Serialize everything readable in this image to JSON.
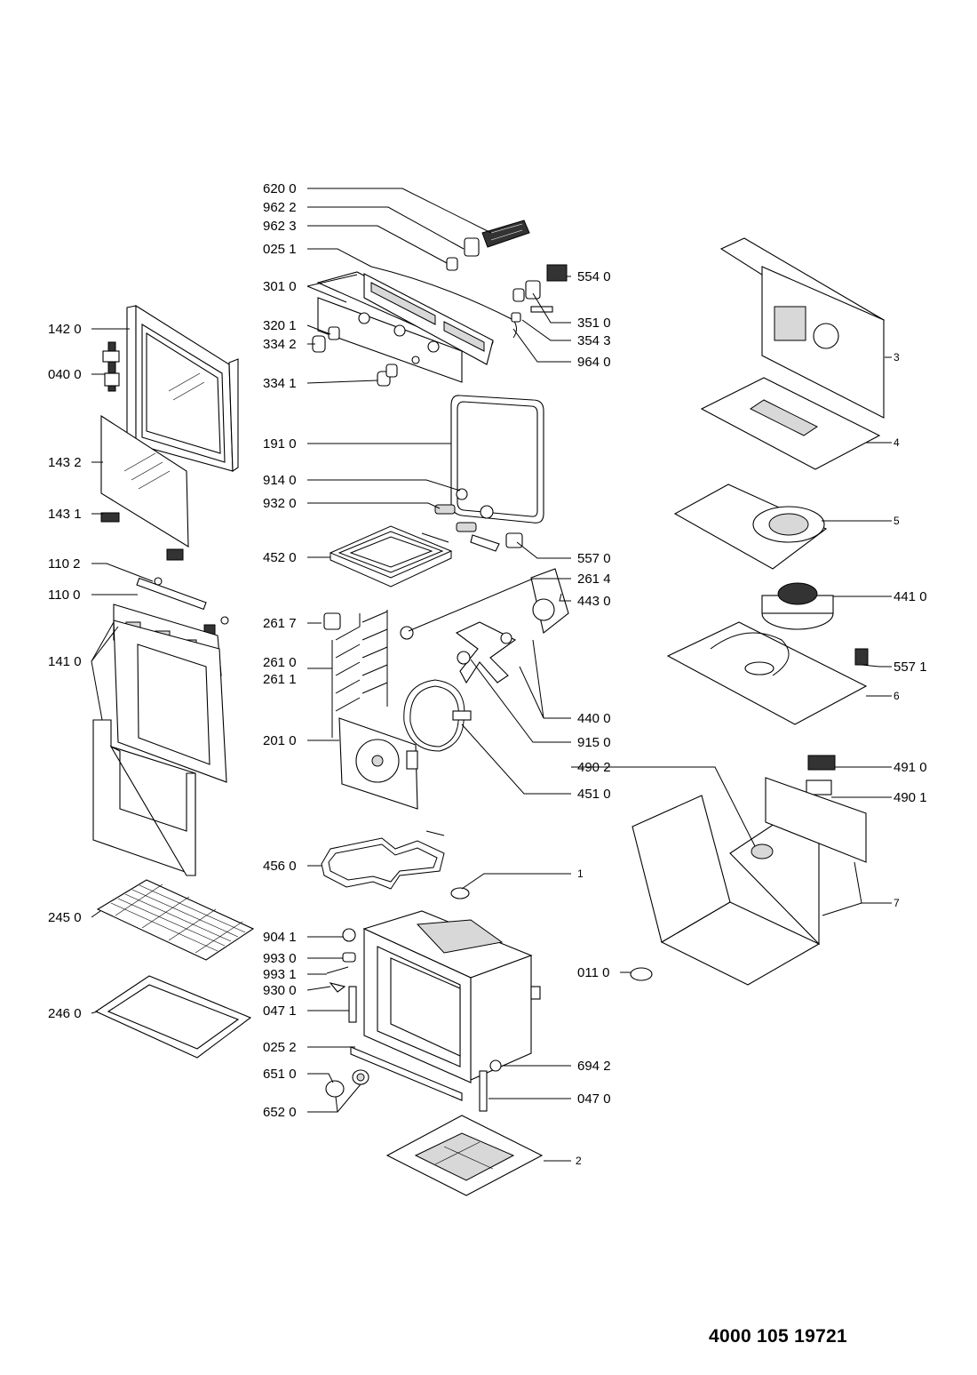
{
  "document_number": "4000 105 19721",
  "callouts": {
    "c6200": "620 0",
    "c9622": "962 2",
    "c9623": "962 3",
    "c0251": "025 1",
    "c3010": "301 0",
    "c3201": "320 1",
    "c3342": "334 2",
    "c3341": "334 1",
    "c5540": "554 0",
    "c3510": "351 0",
    "c3543": "354 3",
    "c9640": "964 0",
    "c1420": "142 0",
    "c0400": "040 0",
    "c1432": "143 2",
    "c1431": "143 1",
    "c1102": "110 2",
    "c1100": "110 0",
    "c1410": "141 0",
    "c2450": "245 0",
    "c2460": "246 0",
    "c1910": "191 0",
    "c9140": "914 0",
    "c9320": "932 0",
    "c4520": "452 0",
    "c5570": "557 0",
    "c2614": "261 4",
    "c4430": "443 0",
    "c2617": "261 7",
    "c2610": "261 0",
    "c2611": "261 1",
    "c4400": "440 0",
    "c9150": "915 0",
    "c2010": "201 0",
    "c4510": "451 0",
    "c4902": "490 2",
    "c4560": "456 0",
    "c1": "1",
    "c9041": "904 1",
    "c9930": "993 0",
    "c9931": "993 1",
    "c9300": "930 0",
    "c0471": "047 1",
    "c0252": "025 2",
    "c6510": "651 0",
    "c6520": "652 0",
    "c6942": "694 2",
    "c0470": "047 0",
    "c0110": "011 0",
    "c2": "2",
    "c3": "3",
    "c4": "4",
    "c5": "5",
    "c4410": "441 0",
    "c5571": "557 1",
    "c6": "6",
    "c4910": "491 0",
    "c4901": "490 1",
    "c7": "7"
  }
}
